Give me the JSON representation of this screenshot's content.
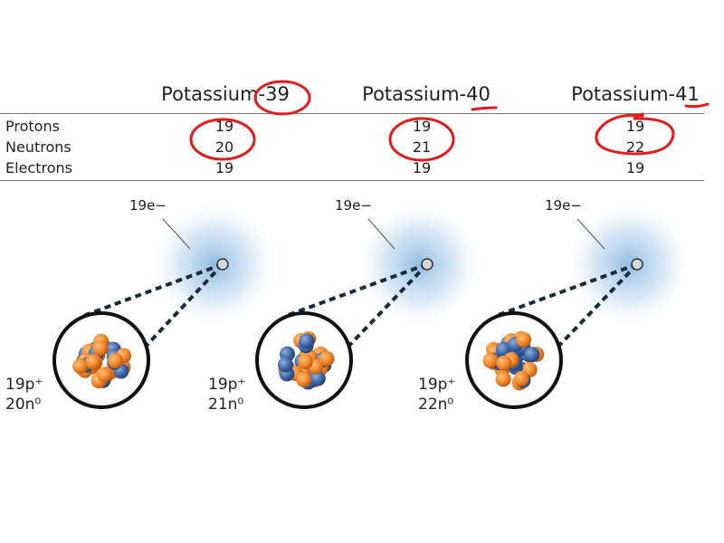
{
  "isotopes": [
    {
      "name": "Potassium-39",
      "protons": "19",
      "neutrons": "20",
      "electrons": "19",
      "electron_label": "19e−",
      "proton_label": "19p⁺",
      "neutron_label": "20n⁰"
    },
    {
      "name": "Potassium-40",
      "protons": "19",
      "neutrons": "21",
      "electrons": "19",
      "electron_label": "19e−",
      "proton_label": "19p⁺",
      "neutron_label": "21n⁰"
    },
    {
      "name": "Potassium-41",
      "protons": "19",
      "neutrons": "22",
      "electrons": "19",
      "electron_label": "19e−",
      "proton_label": "19p⁺",
      "neutron_label": "22n⁰"
    }
  ],
  "row_labels": {
    "protons": "Protons",
    "neutrons": "Neutrons",
    "electrons": "Electrons"
  },
  "colors": {
    "annotation": "#e31b1b",
    "proton": "#f28a2e",
    "neutron": "#3f66a6",
    "cloud": "#9ec4e6"
  }
}
